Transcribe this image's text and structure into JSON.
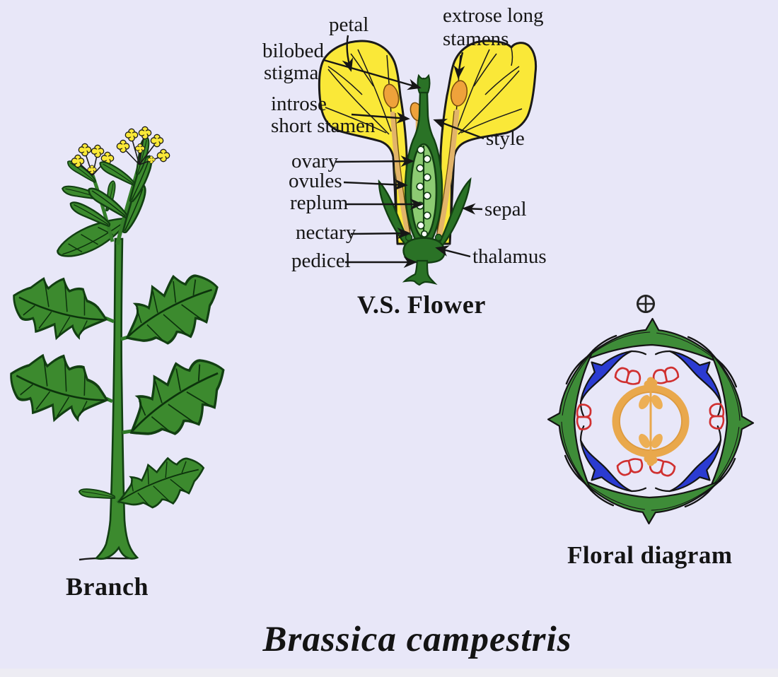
{
  "page": {
    "title": "Brassica campestris",
    "background_color": "#e8e7f8",
    "text_color": "#141414"
  },
  "branch": {
    "caption": "Branch"
  },
  "vs_flower": {
    "caption": "V.S. Flower",
    "labels": {
      "petal": "petal",
      "bilobed_stigma": [
        "bilobed",
        "stigma"
      ],
      "extrose_long_stamens": [
        "extrose long",
        "stamens"
      ],
      "introse_short_stamen": [
        "introse",
        "short stamen"
      ],
      "style": "style",
      "ovary": "ovary",
      "ovules": "ovules",
      "replum": "replum",
      "nectary": "nectary",
      "sepal": "sepal",
      "pedicel": "pedicel",
      "thalamus": "thalamus"
    }
  },
  "floral_diagram": {
    "caption": "Floral diagram",
    "mother_axis_symbol": "circled-cross"
  },
  "colors": {
    "leaf_green": "#3c8a2e",
    "dark_green": "#2a7226",
    "outline_green": "#123f12",
    "petal_yellow": "#fae838",
    "anther_orange": "#efa23b",
    "filament_tan": "#e2b469",
    "ovary_light_green": "#8ccb72",
    "floral_sepal_green": "#3e8c38",
    "floral_petal_blue": "#2b3bd1",
    "floral_stamen_red": "#d03030",
    "floral_ovary_orange": "#e9a84c",
    "ink_black": "#1a1a1a"
  }
}
